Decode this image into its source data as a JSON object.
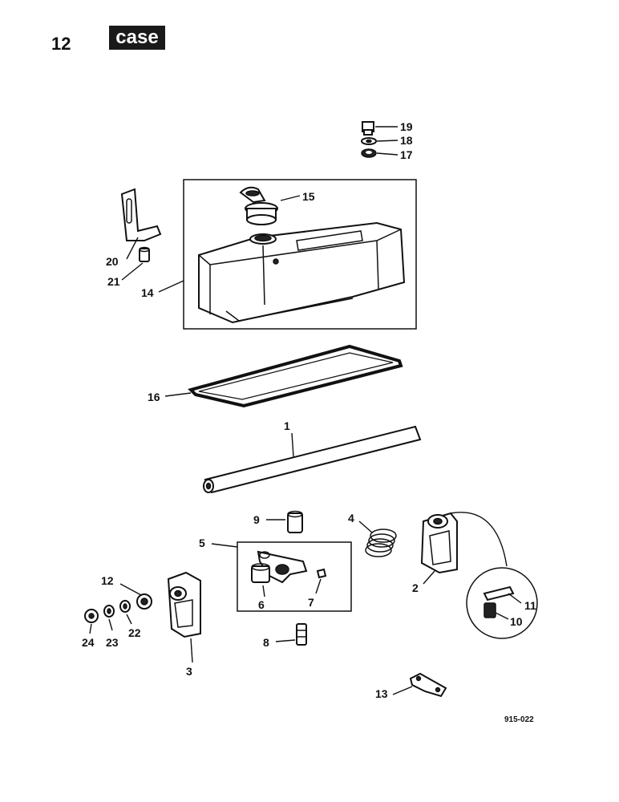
{
  "header": {
    "page_number": "12",
    "logo_text": "case"
  },
  "figure": {
    "reference_code": "915-022",
    "callouts": {
      "c1": "1",
      "c2": "2",
      "c3": "3",
      "c4": "4",
      "c5": "5",
      "c6": "6",
      "c7": "7",
      "c8": "8",
      "c9": "9",
      "c10": "10",
      "c11": "11",
      "c12": "12",
      "c13": "13",
      "c14": "14",
      "c15": "15",
      "c16": "16",
      "c17": "17",
      "c18": "18",
      "c19": "19",
      "c20": "20",
      "c21": "21",
      "c22": "22",
      "c23": "23",
      "c24": "24"
    }
  }
}
